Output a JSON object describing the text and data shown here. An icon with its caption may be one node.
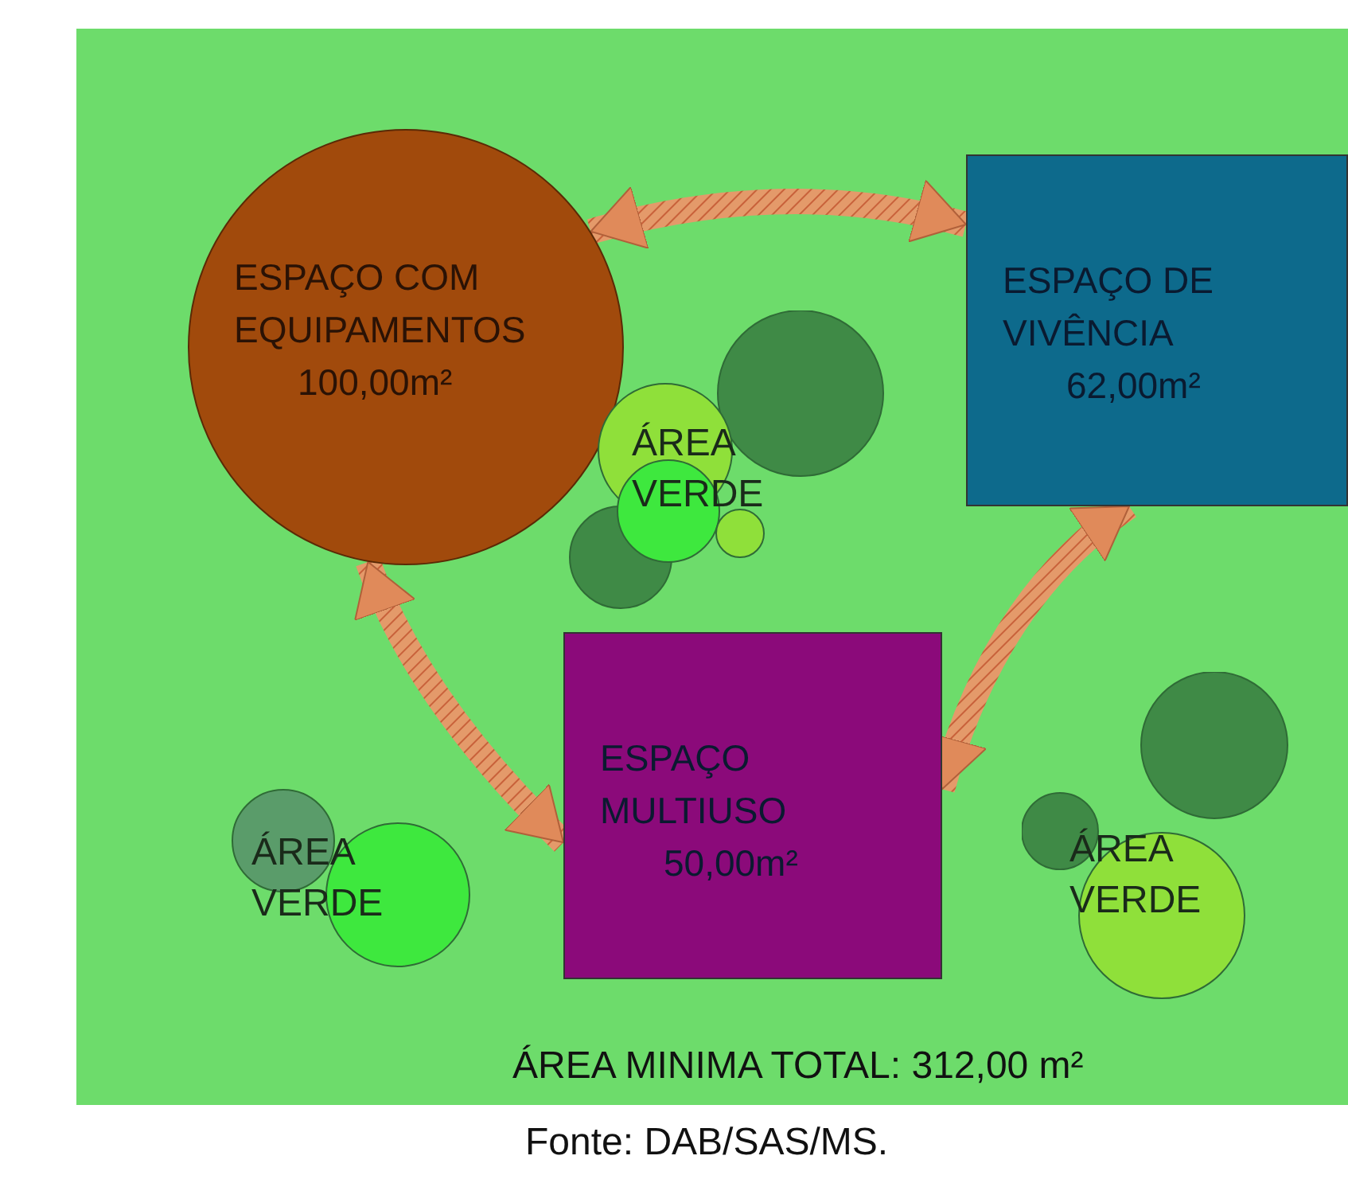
{
  "diagram": {
    "caption": "Fonte: DAB/SAS/MS.",
    "nodes": [
      {
        "text": [
          "ESPAÇO COM EQUIPAMENTOS",
          "100,00m²"
        ]
      },
      {
        "text": [
          "ESPAÇO DE VIVÊNCIA",
          "62,00m²"
        ]
      },
      {
        "text": [
          "ESPAÇO MULTIUSO",
          "50,00m²"
        ]
      },
      {
        "text": [
          "ÁREA VERDE"
        ]
      },
      {
        "text": [
          "ÁREA VERDE"
        ]
      },
      {
        "text": [
          "ÁREA VERDE"
        ]
      }
    ],
    "edges": [
      {
        "from": 0,
        "to": 1,
        "arrow": "both"
      },
      {
        "from": 0,
        "to": 2,
        "arrow": "both"
      },
      {
        "from": 2,
        "to": 1,
        "arrow": "both"
      }
    ],
    "labels": [
      "ÁREA MINIMA TOTAL: 312,00 m²"
    ]
  }
}
